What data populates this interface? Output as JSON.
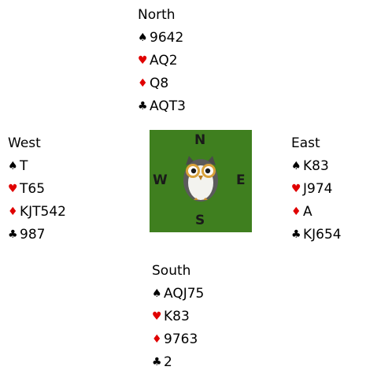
{
  "deal": {
    "north": {
      "player": "North",
      "spades": "9642",
      "hearts": "AQ2",
      "diamonds": "Q8",
      "clubs": "AQT3"
    },
    "west": {
      "player": "West",
      "spades": "T",
      "hearts": "T65",
      "diamonds": "KJT542",
      "clubs": "987"
    },
    "east": {
      "player": "East",
      "spades": "K83",
      "hearts": "J974",
      "diamonds": "A",
      "clubs": "KJ654"
    },
    "south": {
      "player": "South",
      "spades": "AQJ75",
      "hearts": "K83",
      "diamonds": "9763",
      "clubs": "2"
    }
  },
  "compass": {
    "n": "N",
    "s": "S",
    "e": "E",
    "w": "W",
    "background": "#3f7f1f",
    "logo_icon": "owl-icon"
  },
  "suit_symbols": {
    "spades": "♠",
    "hearts": "♥",
    "diamonds": "♦",
    "clubs": "♣"
  },
  "colors": {
    "red_suit": "#e00000",
    "black_suit": "#000000"
  }
}
